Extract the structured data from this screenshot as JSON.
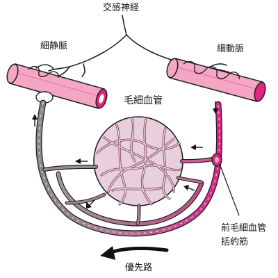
{
  "labels": {
    "sympathetic_nerve": "交感神経",
    "venule": "細静脈",
    "arteriole": "細動脈",
    "capillaries": "毛細血管",
    "precapillary_sphincter_line1": "前毛細血管",
    "precapillary_sphincter_line2": "括約筋",
    "preferential_channel": "優先路"
  },
  "colors": {
    "vein_outer": "#f4a6c4",
    "vein_inner": "#ffffff",
    "artery_outer": "#f4a6c4",
    "artery_inner": "#e8237e",
    "channel_artery_side": "#d9268a",
    "channel_vein_side": "#8a8a8a",
    "capillary_net": "#a86e86",
    "capillary_fill": "#e8cfdc",
    "nerve": "#222222",
    "arrow": "#111111"
  }
}
